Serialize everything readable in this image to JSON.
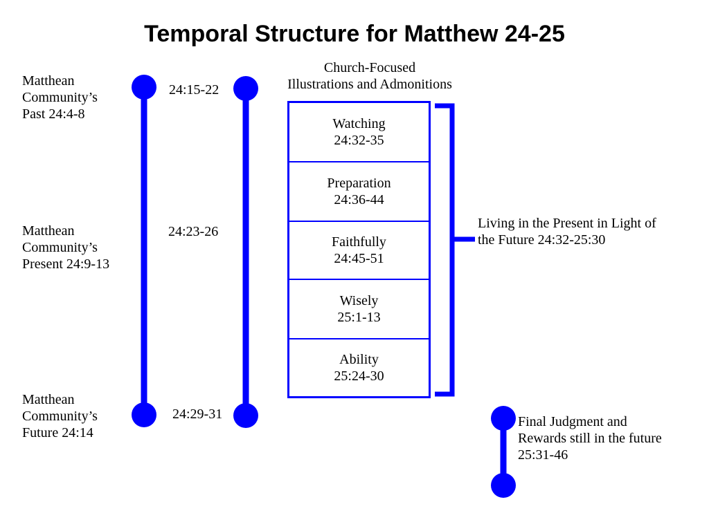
{
  "title": "Temporal Structure for Matthew 24-25",
  "colors": {
    "accent": "#0000ff",
    "text": "#000000",
    "background": "#ffffff"
  },
  "left_labels": [
    {
      "lines": [
        "Matthean",
        "Community’s",
        "Past 24:4-8"
      ]
    },
    {
      "lines": [
        "Matthean",
        "Community’s",
        "Present 24:9-13"
      ]
    },
    {
      "lines": [
        "Matthean",
        "Community’s",
        "Future 24:14"
      ]
    }
  ],
  "middle_refs": [
    "24:15-22",
    "24:23-26",
    "24:29-31"
  ],
  "box_heading": [
    "Church-Focused",
    "Illustrations and Admonitions"
  ],
  "box_items": [
    {
      "label": "Watching",
      "ref": "24:32-35"
    },
    {
      "label": "Preparation",
      "ref": "24:36-44"
    },
    {
      "label": "Faithfully",
      "ref": "24:45-51"
    },
    {
      "label": "Wisely",
      "ref": "25:1-13"
    },
    {
      "label": "Ability",
      "ref": "25:24-30"
    }
  ],
  "bracket_label": [
    "Living in the Present in Light of",
    "the Future 24:32-25:30"
  ],
  "final_label": [
    "Final Judgment and",
    "Rewards still in the future",
    "25:31-46"
  ]
}
